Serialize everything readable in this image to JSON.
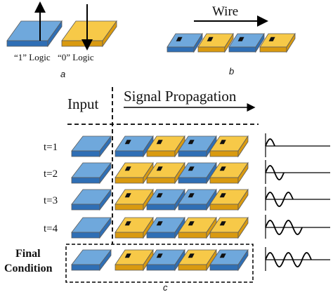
{
  "panel_a": {
    "label_one": "“1” Logic",
    "label_zero": "“0” Logic",
    "caption": "a"
  },
  "panel_b": {
    "title": "Wire",
    "caption": "b"
  },
  "panel_c": {
    "input_label": "Input",
    "propagation_label": "Signal Propagation",
    "caption": "c",
    "final_label_line1": "Final",
    "final_label_line2": "Condition",
    "rows": [
      {
        "label": "t=1",
        "input": "blue",
        "cells": [
          "blue",
          "yellow",
          "blue",
          "yellow"
        ],
        "half_cycles": 1
      },
      {
        "label": "t=2",
        "input": "blue",
        "cells": [
          "yellow",
          "yellow",
          "blue",
          "yellow"
        ],
        "half_cycles": 2
      },
      {
        "label": "t=3",
        "input": "blue",
        "cells": [
          "yellow",
          "blue",
          "blue",
          "yellow"
        ],
        "half_cycles": 3
      },
      {
        "label": "t=4",
        "input": "blue",
        "cells": [
          "yellow",
          "blue",
          "yellow",
          "yellow"
        ],
        "half_cycles": 4
      },
      {
        "label": "",
        "input": "blue",
        "cells": [
          "yellow",
          "blue",
          "yellow",
          "blue"
        ],
        "half_cycles": 5
      }
    ]
  },
  "colors": {
    "blue_top": "#6fa8dc",
    "blue_side": "#2f6fb5",
    "yellow_top": "#f7c948",
    "yellow_side": "#d99a10",
    "edge": "#5b5b5b"
  }
}
